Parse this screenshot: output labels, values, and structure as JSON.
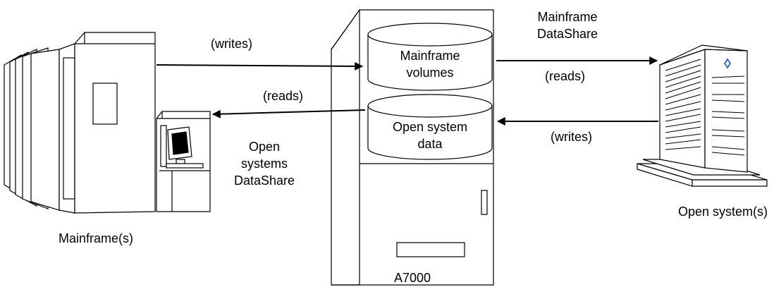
{
  "labels": {
    "writes_top": "(writes)",
    "reads_left": "(reads)",
    "mainframe_datashare_line1": "Mainframe",
    "mainframe_datashare_line2": "DataShare",
    "reads_right": "(reads)",
    "writes_right": "(writes)",
    "open_systems_line1": "Open",
    "open_systems_line2": "systems",
    "open_systems_line3": "DataShare",
    "mainframe_caption": "Mainframe(s)",
    "a7000_caption": "A7000",
    "open_system_caption": "Open system(s)",
    "mainframe_volumes_line1": "Mainframe",
    "mainframe_volumes_line2": "volumes",
    "open_system_data_line1": "Open system",
    "open_system_data_line2": "data"
  },
  "colors": {
    "stroke": "#000000",
    "fill": "#ffffff",
    "logo_accent": "#1f4fd0"
  }
}
